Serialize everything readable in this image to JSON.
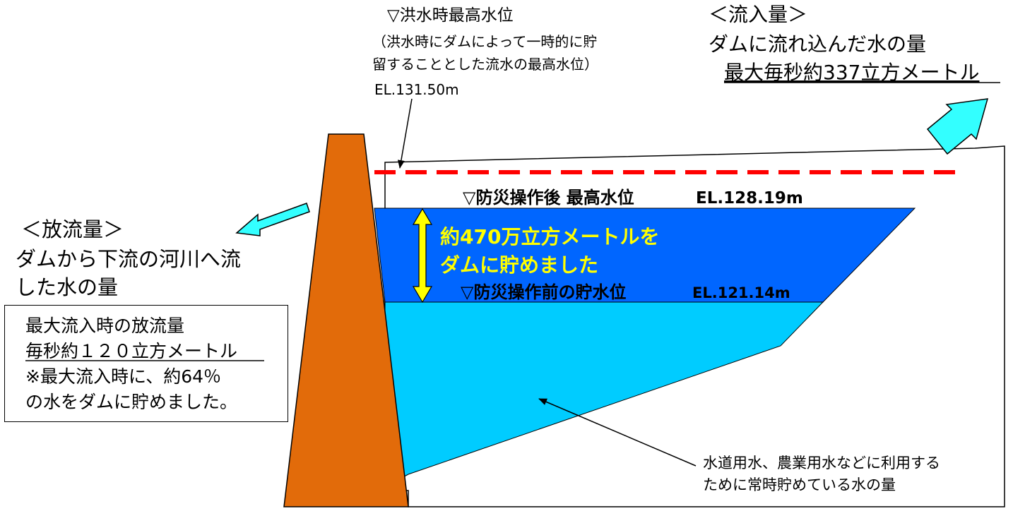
{
  "colors": {
    "dam": "#E26B0A",
    "flood_storage": "#0066FF",
    "normal_storage": "#00CCFF",
    "arrow_cyan": "#33FFFF",
    "arrow_yellow": "#FFFF00",
    "max_level_line": "#FF0000"
  },
  "flood_max_level": {
    "title": "▽洪水時最高水位",
    "desc_line1": "（洪水時にダムによって一時的に貯",
    "desc_line2": "留することとした流水の最高水位）",
    "elevation": "EL.131.50m"
  },
  "inflow": {
    "title": "＜流入量＞",
    "line1": "ダムに流れ込んだ水の量",
    "line2": "最大毎秒約337立方メートル"
  },
  "outflow": {
    "title": "＜放流量＞",
    "line1": "ダムから下流の河川へ流",
    "line2": "した水の量"
  },
  "outflow_box": {
    "line1": "最大流入時の放流量",
    "line2": "毎秒約１２０立方メートル",
    "line3": "※最大流入時に、約64％",
    "line4": "の水をダムに貯めました。"
  },
  "after_level": {
    "label": "▽防災操作後  最高水位",
    "elevation": "EL.128.19m"
  },
  "before_level": {
    "label": "▽防災操作前の貯水位",
    "elevation": "EL.121.14m"
  },
  "storage": {
    "line1": "約470万立方メートルを",
    "line2": "ダムに貯めました"
  },
  "normal_storage_note": {
    "line1": "水道用水、農業用水などに利用する",
    "line2": "ために常時貯めている水の量"
  }
}
